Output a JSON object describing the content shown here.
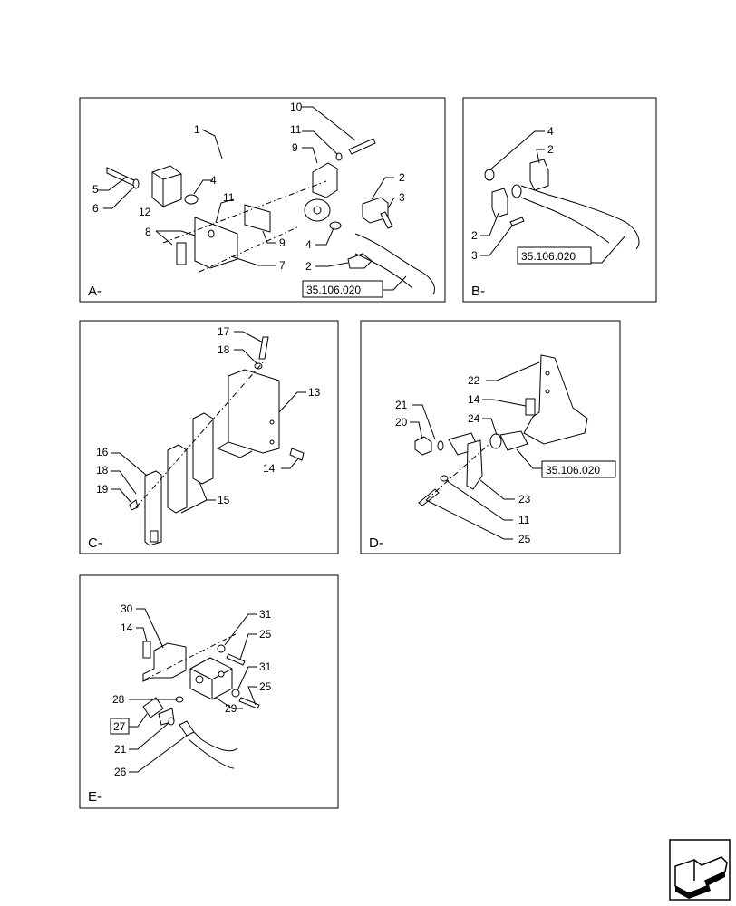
{
  "panels": [
    {
      "id": "A",
      "caption": "A-",
      "labels": [
        "1",
        "2",
        "3",
        "4",
        "5",
        "6",
        "7",
        "8",
        "9",
        "10",
        "11",
        "12"
      ],
      "reference": "35.106.020"
    },
    {
      "id": "B",
      "caption": "B-",
      "labels": [
        "2",
        "3",
        "4"
      ],
      "reference": "35.106.020"
    },
    {
      "id": "C",
      "caption": "C-",
      "labels": [
        "13",
        "14",
        "15",
        "16",
        "17",
        "18",
        "19"
      ],
      "reference": ""
    },
    {
      "id": "D",
      "caption": "D-",
      "labels": [
        "11",
        "14",
        "20",
        "21",
        "22",
        "23",
        "24",
        "25"
      ],
      "reference": "35.106.020"
    },
    {
      "id": "E",
      "caption": "E-",
      "labels": [
        "14",
        "21",
        "25",
        "26",
        "27",
        "28",
        "29",
        "30",
        "31"
      ],
      "reference": ""
    }
  ],
  "callouts": {
    "A": [
      "1",
      "2",
      "3",
      "4",
      "5",
      "6",
      "7",
      "8",
      "9",
      "10",
      "11",
      "12",
      "2",
      "4",
      "9",
      "11"
    ],
    "B": [
      "4",
      "2",
      "2",
      "3"
    ],
    "C": [
      "17",
      "18",
      "13",
      "16",
      "18",
      "19",
      "14",
      "15"
    ],
    "D": [
      "22",
      "14",
      "21",
      "20",
      "24",
      "23",
      "11",
      "25"
    ],
    "E": [
      "30",
      "14",
      "31",
      "25",
      "31",
      "25",
      "28",
      "29",
      "27",
      "21",
      "26"
    ]
  },
  "references": {
    "A": "35.106.020",
    "B": "35.106.020",
    "D": "35.106.020",
    "E_boxed": "27"
  },
  "nav": {
    "icon": "next-arrow-icon"
  }
}
